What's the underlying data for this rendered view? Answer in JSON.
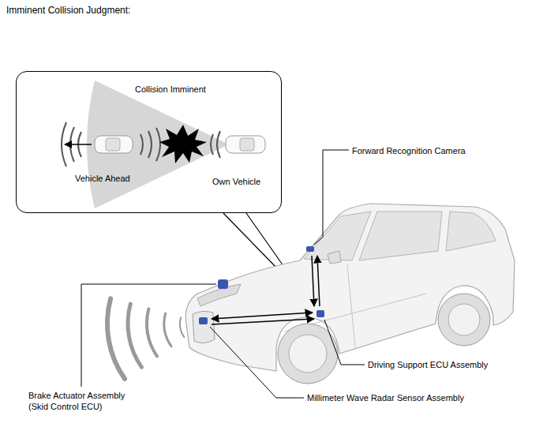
{
  "diagram": {
    "title": "Imminent Collision Judgment:",
    "nodes": [
      {
        "text": [
          "Collision Imminent",
          "Vehicle Ahead",
          "Own Vehicle"
        ]
      }
    ],
    "labels": [
      "Forward Recognition Camera",
      "Driving Support ECU Assembly",
      "Brake Actuator Assembly (Skid Control ECU)",
      "Millimeter Wave Radar Sensor Assembly"
    ]
  }
}
